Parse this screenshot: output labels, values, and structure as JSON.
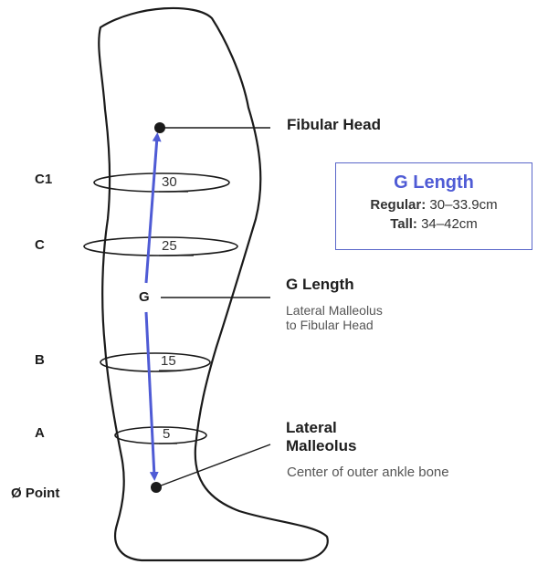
{
  "landmarks": {
    "fibular_head": "Fibular Head",
    "lateral_malleolus_line1": "Lateral",
    "lateral_malleolus_line2": "Malleolus",
    "lateral_malleolus_desc": "Center of outer ankle bone"
  },
  "g_callout": {
    "marker": "G",
    "title": "G Length",
    "desc_line1": "Lateral Malleolus",
    "desc_line2": "to Fibular Head"
  },
  "levels": [
    {
      "label": "C1",
      "value": "30"
    },
    {
      "label": "C",
      "value": "25"
    },
    {
      "label": "B",
      "value": "15"
    },
    {
      "label": "A",
      "value": "5"
    }
  ],
  "zero_point": "Ø Point",
  "info_box": {
    "title": "G Length",
    "regular_label": "Regular:",
    "regular_value": " 30–33.9cm",
    "tall_label": "Tall:",
    "tall_value": " 34–42cm"
  },
  "colors": {
    "outline": "#1a1a1a",
    "accent": "#4f5bd5"
  }
}
